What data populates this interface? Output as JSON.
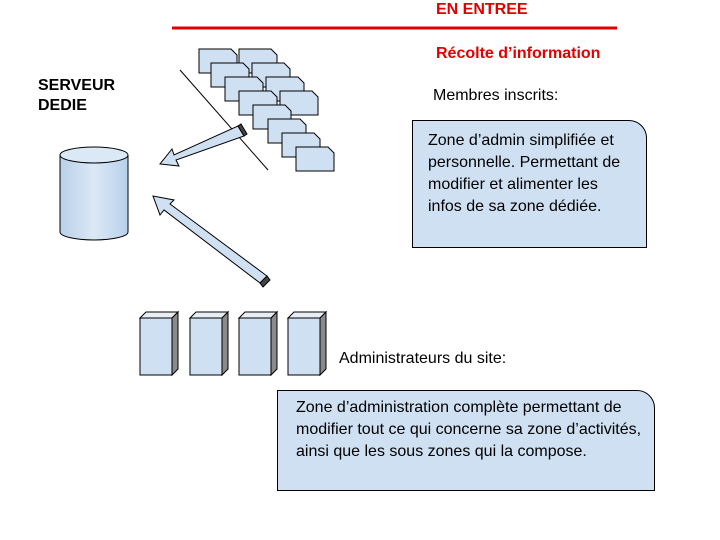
{
  "header": {
    "title_entree": "EN ENTREE",
    "title_recolte": "Récolte d’information",
    "accent_color": "#e00000"
  },
  "server": {
    "label": "SERVEUR DEDIE",
    "icon": "database-cylinder-icon"
  },
  "members": {
    "label": "Membres inscrits:",
    "description": "Zone d’admin simplifiée et personnelle. Permettant de modifier et alimenter les infos de sa zone dédiée.",
    "icon": "document-stack-icon"
  },
  "admins": {
    "label": "Administrateurs du site:",
    "description": "Zone d’administration complète permettant de modifier tout ce qui concerne sa zone d’activités, ainsi que les sous zones qui la compose.",
    "icon": "server-tower-icon"
  },
  "colors": {
    "fill": "#cfe0f2",
    "shade": "#8a8a8a",
    "stroke": "#000000"
  }
}
